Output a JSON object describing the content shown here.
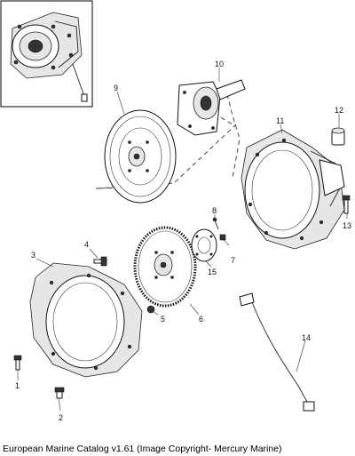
{
  "caption": "European Marine Catalog v1.61 (Image Copyright- Mercury Marine)",
  "callouts": [
    "1",
    "2",
    "3",
    "4",
    "5",
    "6",
    "7",
    "8",
    "9",
    "10",
    "11",
    "12",
    "13",
    "14",
    "15"
  ]
}
